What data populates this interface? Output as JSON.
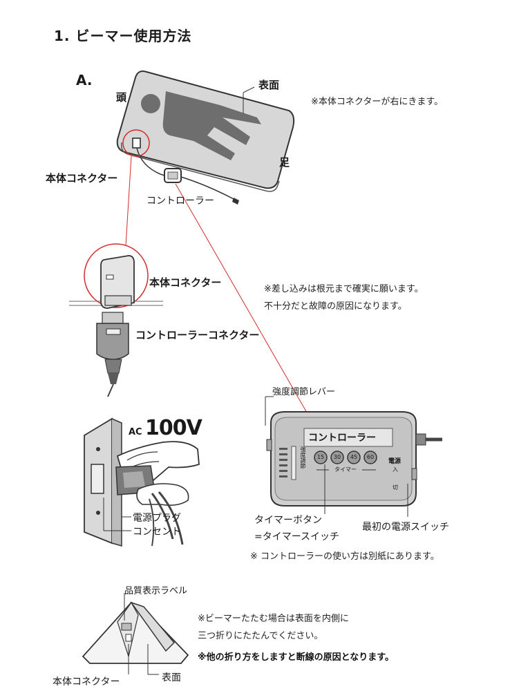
{
  "title": "1. ビーマー使用方法",
  "section": "A.",
  "diagram_a": {
    "head": "頭",
    "surface": "表面",
    "foot": "足",
    "body_connector": "本体コネクター",
    "controller": "コントローラー",
    "note": "※本体コネクターが右にきます。"
  },
  "connector_detail": {
    "body_connector": "本体コネクター",
    "controller_connector": "コントローラーコネクター",
    "note_line1": "※差し込みは根元まで確実に願います。",
    "note_line2": "不十分だと故障の原因になります。"
  },
  "outlet": {
    "ac_prefix": "AC",
    "voltage": "100V",
    "plug": "電源プラグ",
    "outlet": "コンセント"
  },
  "controller_panel": {
    "lever": "強度調節レバー",
    "panel_title": "コントローラー",
    "timer_label": "タイマー",
    "strength_label": "強度調節",
    "power_label": "電源",
    "on": "入",
    "off": "切",
    "btn1": "15",
    "btn2": "30",
    "btn3": "45",
    "btn4": "60",
    "timer_button_line1": "タイマーボタン",
    "timer_button_line2": "=タイマースイッチ",
    "power_switch": "最初の電源スイッチ",
    "note": "※ コントローラーの使い方は別紙にあります。"
  },
  "folding": {
    "quality_label": "品質表示ラベル",
    "body_connector": "本体コネクター",
    "surface": "表面",
    "note_line1": "※ビーマーたたむ場合は表面を内側に",
    "note_line2": "三つ折りにたたんでください。",
    "note_line3": "※他の折り方をしますと断線の原因となります。"
  },
  "colors": {
    "accent_line": "#d42a2a",
    "mat_fill": "#d7d7d7",
    "figure_fill": "#6e6e6e",
    "panel_fill": "#d0d0d0"
  }
}
